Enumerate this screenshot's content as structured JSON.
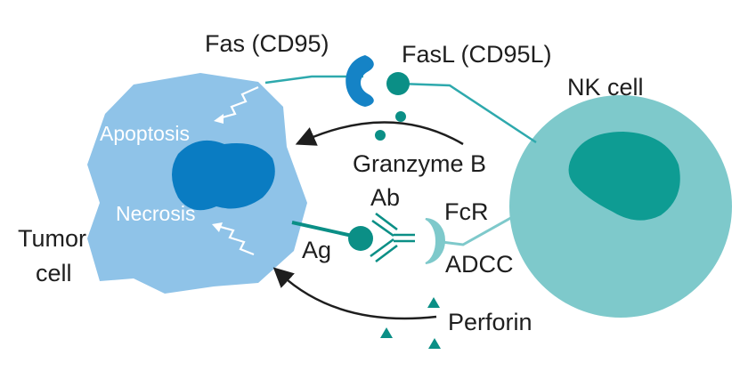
{
  "labels": {
    "fas": "Fas (CD95)",
    "fasl": "FasL (CD95L)",
    "nk_cell": "NK cell",
    "apoptosis": "Apoptosis",
    "necrosis": "Necrosis",
    "granzyme": "Granzyme B",
    "tumor_line1": "Tumor",
    "tumor_line2": "cell",
    "ab": "Ab",
    "fcr": "FcR",
    "ag": "Ag",
    "adcc": "ADCC",
    "perforin": "Perforin"
  },
  "colors": {
    "tumor_fill": "#8fc3e8",
    "nucleus_fill": "#0a7cc2",
    "nk_fill": "#7ec9cb",
    "nk_nucleus": "#0e9c93",
    "teal_dark": "#0b8f86",
    "teal_line": "#2ea9ad",
    "receptor_blue": "#1583c6",
    "arrow": "#1e1e1e",
    "text": "#1e1e1e"
  },
  "icons": {
    "apoptosis_signal": "zigzag-arrow-icon",
    "necrosis_signal": "zigzag-arrow-icon",
    "granzyme_particles": "dot-icon",
    "perforin_particles": "triangle-icon",
    "antibody": "y-antibody-icon"
  }
}
